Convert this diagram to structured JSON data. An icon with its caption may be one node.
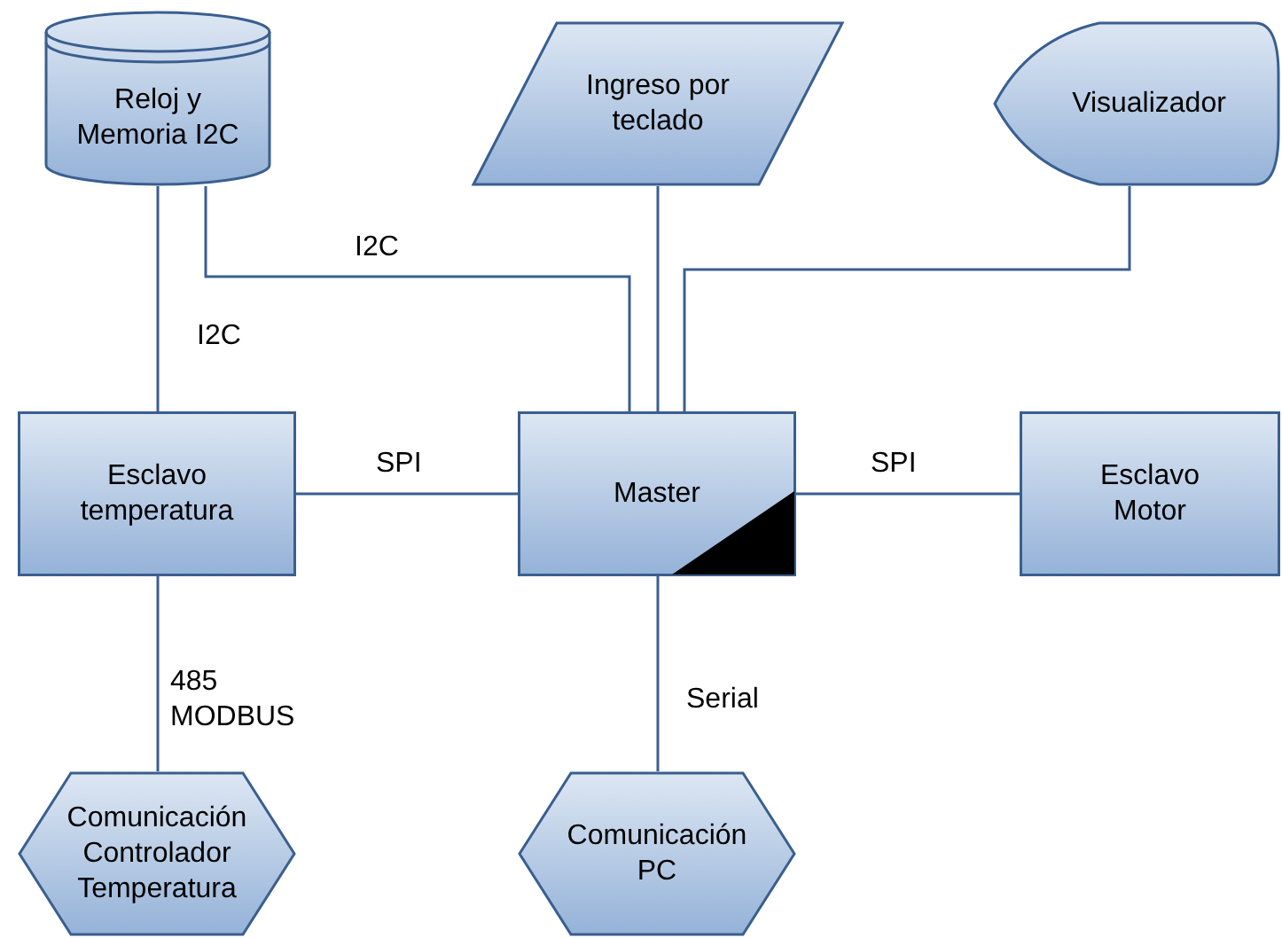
{
  "diagram": {
    "nodes": [
      {
        "text": [
          "Reloj y Memoria I2C"
        ]
      },
      {
        "text": [
          "Ingreso por teclado"
        ]
      },
      {
        "text": [
          "Visualizador"
        ]
      },
      {
        "text": [
          "Esclavo temperatura"
        ]
      },
      {
        "text": [
          "Master"
        ]
      },
      {
        "text": [
          "Esclavo Motor"
        ]
      },
      {
        "text": [
          "Comunicación Controlador Temperatura"
        ]
      },
      {
        "text": [
          "Comunicación PC"
        ]
      }
    ],
    "edges": [
      {
        "from": 0,
        "to": 3,
        "arrow": "none",
        "label": "I2C"
      },
      {
        "from": 0,
        "to": 4,
        "arrow": "none",
        "label": "I2C"
      },
      {
        "from": 1,
        "to": 4,
        "arrow": "none"
      },
      {
        "from": 2,
        "to": 4,
        "arrow": "none"
      },
      {
        "from": 3,
        "to": 4,
        "arrow": "none",
        "label": "SPI"
      },
      {
        "from": 4,
        "to": 5,
        "arrow": "none",
        "label": "SPI"
      },
      {
        "from": 3,
        "to": 6,
        "arrow": "none",
        "label": "485 MODBUS"
      },
      {
        "from": 4,
        "to": 7,
        "arrow": "none",
        "label": "Serial"
      }
    ]
  }
}
